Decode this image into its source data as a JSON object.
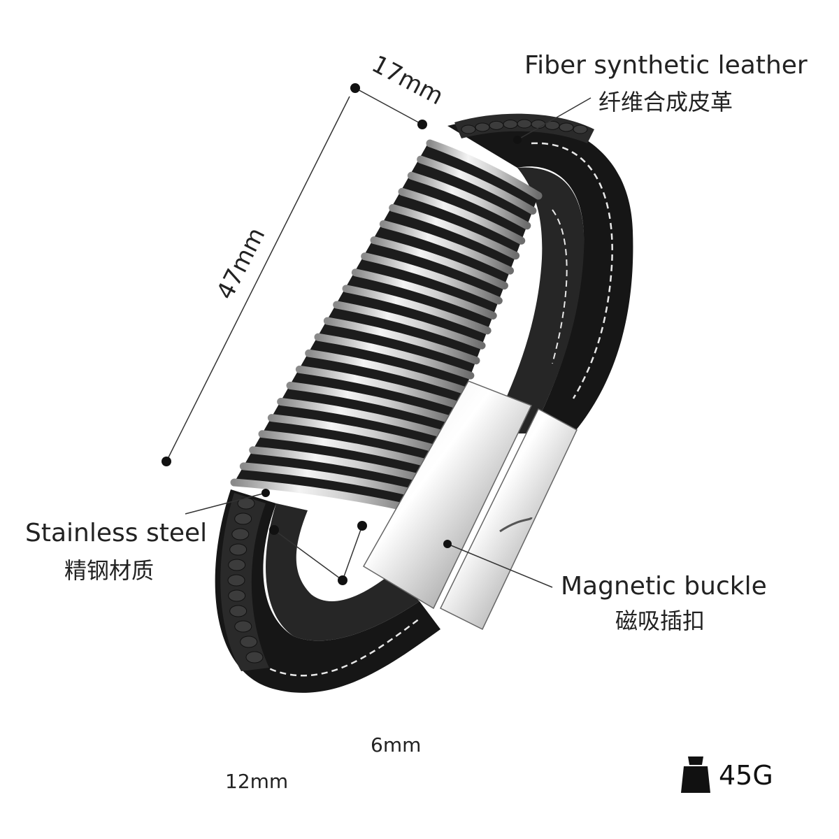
{
  "labels": {
    "leather_en": "Fiber synthetic leather",
    "leather_zh": "纤维合成皮革",
    "steel_en": "Stainless steel",
    "steel_zh": "精钢材质",
    "buckle_en": "Magnetic buckle",
    "buckle_zh": "磁吸插扣"
  },
  "dimensions": {
    "top_width": "17mm",
    "length": "47mm",
    "band_width": "12mm",
    "band_thickness": "6mm"
  },
  "weight": {
    "value": "45G",
    "icon": "weight-icon"
  },
  "colors": {
    "leather": "#161616",
    "stitch": "#e8e8e8",
    "steel": "#c9c9c9",
    "steel_dark": "#3a3a3a",
    "line": "#333333"
  }
}
